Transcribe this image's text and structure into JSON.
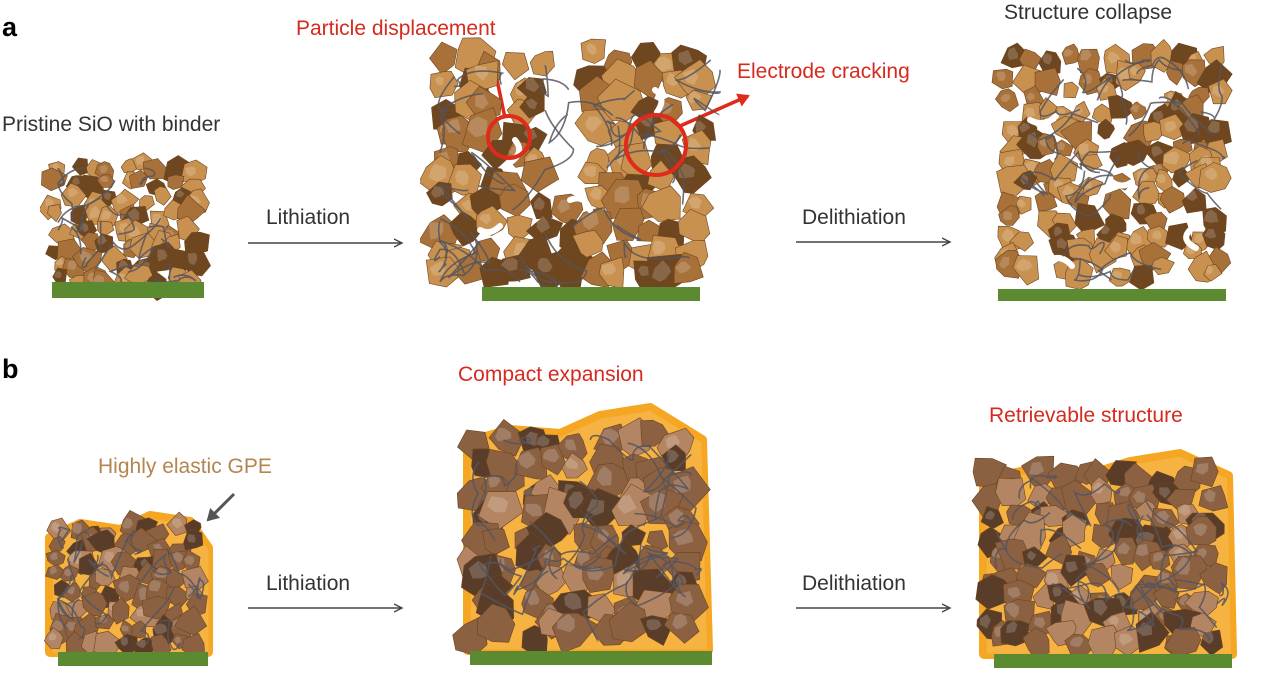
{
  "colors": {
    "gray_label": "#333333",
    "red_label": "#d62a1e",
    "gpe_label": "#b38650",
    "particle_light": "#c8914f",
    "particle_mid": "#a8713a",
    "particle_dark": "#6e4620",
    "particle_b_light": "#b48562",
    "particle_b_mid": "#8b6142",
    "particle_b_dark": "#5a3d29",
    "binder": "#55555f",
    "current_collector": "#5c8a30",
    "gpe_coating": "#f5a623",
    "highlight_ring": "#e02a1a"
  },
  "panel_a": {
    "letter": "a",
    "pristine_label": "Pristine SiO with binder",
    "lithiation_label": "Lithiation",
    "delithiation_label": "Delithiation",
    "displacement_label": "Particle displacement",
    "cracking_label": "Electrode cracking",
    "collapse_label": "Structure collapse"
  },
  "panel_b": {
    "letter": "b",
    "gpe_label": "Highly elastic GPE",
    "lithiation_label": "Lithiation",
    "delithiation_label": "Delithiation",
    "compact_label": "Compact expansion",
    "retrievable_label": "Retrievable structure"
  }
}
